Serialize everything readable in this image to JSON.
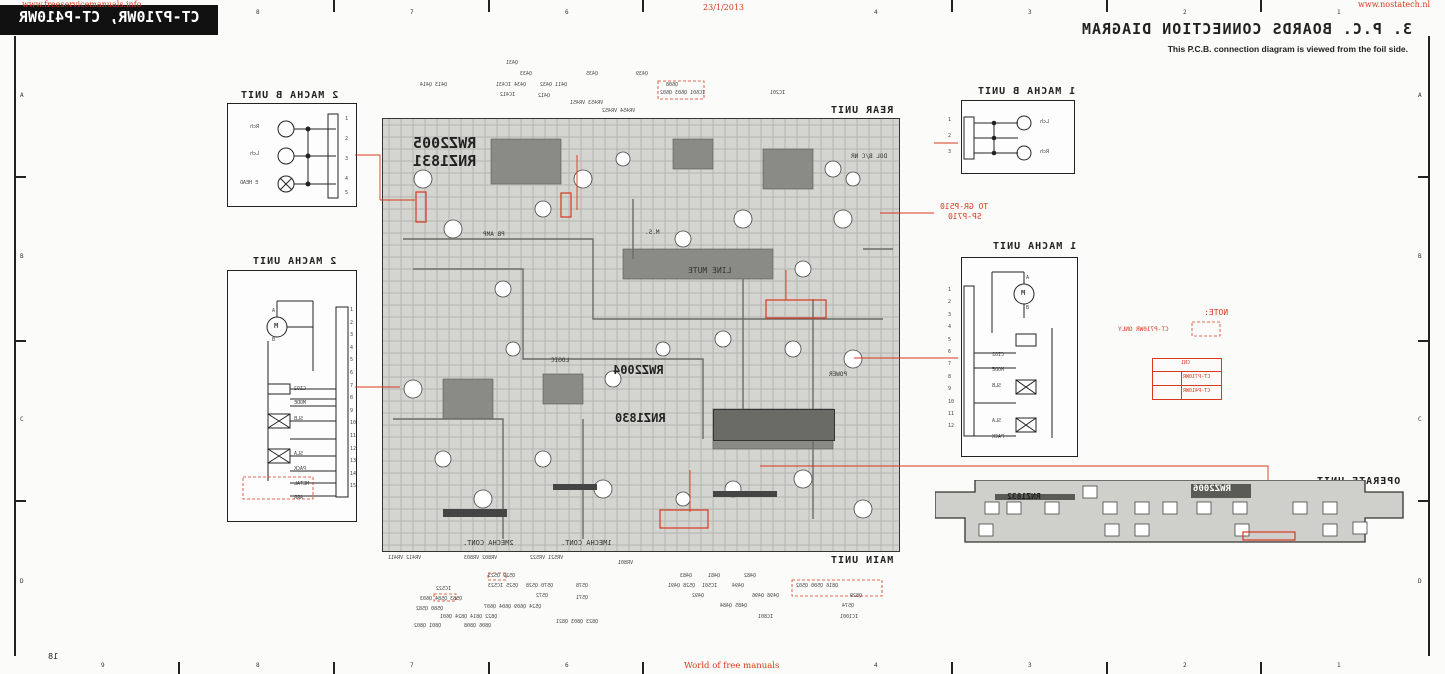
{
  "header": {
    "model_banner": "CT-P710WR, CT-P410WR",
    "title": "3.  P.C. BOARDS CONNECTION DIAGRAM",
    "subtitle": "This P.C.B. connection diagram is viewed from the foil side.",
    "watermark_left": "www.freeservicemanuals.info",
    "watermark_right": "www.nostatech.nl",
    "date": "23/1/2013",
    "footer": "World of free manuals",
    "page_number": "18",
    "colors": {
      "accent_red": "#d9381e",
      "ink": "#222222"
    }
  },
  "grid": {
    "cols_top": [
      "8",
      "7",
      "6",
      "4",
      "3",
      "2",
      "1"
    ],
    "cols_bottom": [
      "9",
      "8",
      "7",
      "6",
      "4",
      "3",
      "2",
      "1"
    ],
    "rows_left": [
      "A",
      "B",
      "C",
      "D"
    ],
    "rows_right": [
      "A",
      "B",
      "C",
      "D"
    ]
  },
  "units": {
    "left_top": {
      "title": "2 MACHA B UNIT",
      "labels": [
        "Rch",
        "Lch",
        "E HEAD"
      ],
      "pins": [
        "1",
        "2",
        "3",
        "4",
        "5"
      ]
    },
    "left_main": {
      "title": "2 MACHA UNIT",
      "labels": [
        "M",
        "A",
        "B",
        "CIO2",
        "MODE",
        "SLB",
        "SLA",
        "PACK",
        "METAL",
        "ARR"
      ],
      "pins": [
        "1",
        "2",
        "3",
        "4",
        "5",
        "6",
        "7",
        "8",
        "9",
        "10",
        "11",
        "12",
        "13",
        "14",
        "15"
      ]
    },
    "right_top": {
      "title": "1 MACHA B UNIT",
      "labels": [
        "Lch",
        "Rch"
      ],
      "pins": [
        "1",
        "2",
        "3"
      ]
    },
    "right_main": {
      "title": "1 MACHA UNIT",
      "labels": [
        "M",
        "A",
        "B",
        "CIO2",
        "MODE",
        "SLB",
        "SLA",
        "PACK"
      ],
      "pins": [
        "1",
        "2",
        "3",
        "4",
        "5",
        "6",
        "7",
        "8",
        "9",
        "10",
        "11",
        "12"
      ]
    },
    "operate": {
      "title": "OPERATE UNIT",
      "board_labels": [
        "RNZ1832",
        "RWZ2006"
      ]
    },
    "main": {
      "title": "MAIN UNIT",
      "rear_title": "REAR UNIT"
    }
  },
  "pcb_labels": {
    "stamp1": "RWZ2005",
    "stamp2": "RNZ1831",
    "stamp3": "RWZ2004",
    "stamp4": "RNZ1830",
    "pb_amp": "PB AMP",
    "line_mute": "LINE MUTE",
    "dol": "DOL B/C NR",
    "logic": "LOGIC",
    "power": "POWER",
    "mecha2": "2MECHA CONT.",
    "mecha1": "1MECHA CONT.",
    "ms": "M.S."
  },
  "annotations": {
    "to_label_1": "TO GR-P510",
    "to_label_2": "SP-P710",
    "note_title": "NOTE:",
    "note_text": "CT-P710WR ONLY",
    "note_table_header": "CN1",
    "note_row_1": "CT-P710WR",
    "note_row_2": "CT-P410WR"
  },
  "top_refs": [
    "Q431",
    "Q433",
    "Q435",
    "Q439",
    "Q608",
    "Q411 Q432",
    "Q434 IC431",
    "IC412",
    "Q412",
    "IC601 Q603 Q602",
    "VR453 VR451",
    "VR454 VR452",
    "Q413 Q414",
    "IC201"
  ],
  "bottom_refs": [
    "VR412 VR411",
    "VR802 VR803",
    "VR521 VR522",
    "VR801",
    "Q529 Q523",
    "Q525 IC523",
    "IC522",
    "Q570 Q528",
    "Q572",
    "Q578",
    "Q571",
    "Q483",
    "Q481",
    "Q482",
    "Q528 Q491",
    "IC501",
    "Q494",
    "Q498 Q496",
    "Q816 Q500 Q502",
    "Q829",
    "Q492",
    "Q485 Q484",
    "Q574",
    "IC801",
    "IC1001",
    "Q583 Q584 Q603",
    "Q524 Q609 Q604 Q607",
    "Q580 Q582",
    "Q822 Q814 Q824 Q601",
    "Q806 Q808",
    "Q801 Q802",
    "Q823 Q803 Q821"
  ]
}
